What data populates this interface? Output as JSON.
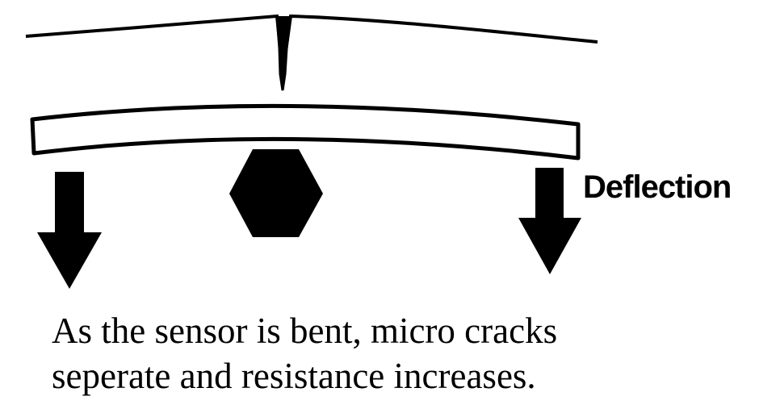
{
  "labels": {
    "deflection": "Deflection"
  },
  "caption": {
    "line1": "As the sensor is bent, micro cracks",
    "line2": "seperate and resistance increases."
  },
  "colors": {
    "ink": "#000000",
    "background": "#ffffff"
  }
}
